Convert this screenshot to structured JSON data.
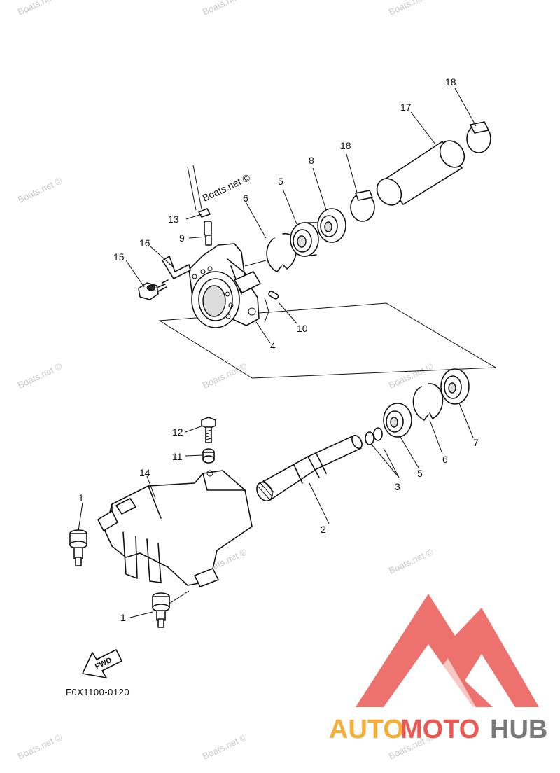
{
  "watermark": "Boats.net ©",
  "figure_code": "F0X1100-0120",
  "fwd_label": "FWD",
  "labels": {
    "p1a": "1",
    "p1b": "1",
    "p2": "2",
    "p3": "3",
    "p4": "4",
    "p5a": "5",
    "p5b": "5",
    "p6a": "6",
    "p6b": "6",
    "p7": "7",
    "p8": "8",
    "p9": "9",
    "p10": "10",
    "p11": "11",
    "p12": "12",
    "p13": "13",
    "p14": "14",
    "p15": "15",
    "p16": "16",
    "p17": "17",
    "p18a": "18",
    "p18b": "18"
  },
  "logo": {
    "part1": "AUTO",
    "part2": "MOTO",
    "part3": "HUB",
    "color_orange": "#f5a623",
    "color_red": "#e8473f",
    "color_gray": "#6b6b6b"
  }
}
